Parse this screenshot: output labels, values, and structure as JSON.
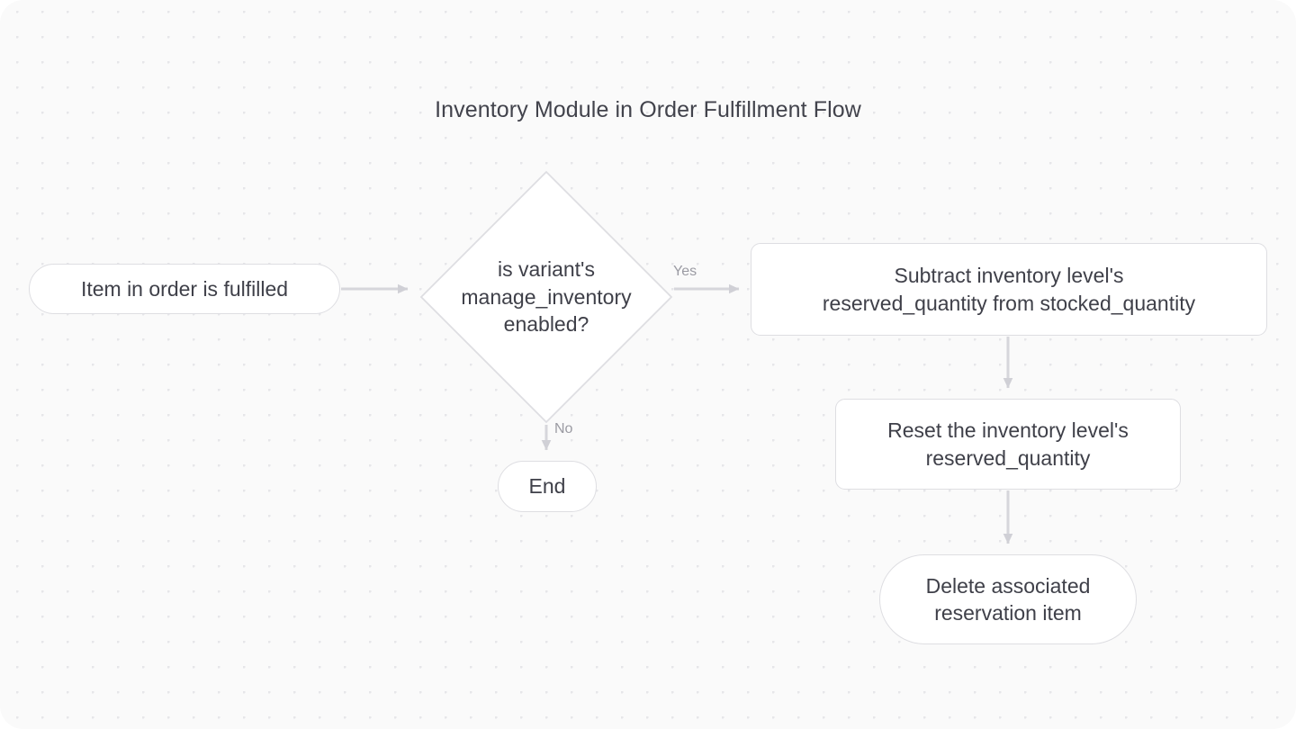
{
  "diagram": {
    "title": "Inventory Module in Order Fulfillment Flow",
    "background": {
      "canvas_color": "#fafafa",
      "dot_color": "#e6e6e9",
      "page_color": "#ffffff"
    },
    "style": {
      "node_fill": "#ffffff",
      "node_border": "#dedee2",
      "node_text": "#3f4049",
      "edge_color": "#d4d4d9",
      "edge_label_text": "#9b9ba3",
      "title_text": "#42434c"
    },
    "nodes": [
      {
        "id": "start",
        "shape": "pill",
        "label": "Item in order is fulfilled"
      },
      {
        "id": "decision",
        "shape": "diamond",
        "label": "is variant's\nmanage_inventory\nenabled?"
      },
      {
        "id": "subtract",
        "shape": "rounded-rect",
        "label": "Subtract inventory level's\nreserved_quantity from stocked_quantity"
      },
      {
        "id": "reset",
        "shape": "rounded-rect",
        "label": "Reset the inventory level's\nreserved_quantity"
      },
      {
        "id": "delete",
        "shape": "pill",
        "label": "Delete associated\nreservation item"
      },
      {
        "id": "end",
        "shape": "pill",
        "label": "End"
      }
    ],
    "edges": [
      {
        "id": "start-to-decision",
        "from": "start",
        "to": "decision",
        "label": ""
      },
      {
        "id": "decision-to-subtract",
        "from": "decision",
        "to": "subtract",
        "label": "Yes"
      },
      {
        "id": "decision-to-end",
        "from": "decision",
        "to": "end",
        "label": "No"
      },
      {
        "id": "subtract-to-reset",
        "from": "subtract",
        "to": "reset",
        "label": ""
      },
      {
        "id": "reset-to-delete",
        "from": "reset",
        "to": "delete",
        "label": ""
      }
    ]
  }
}
